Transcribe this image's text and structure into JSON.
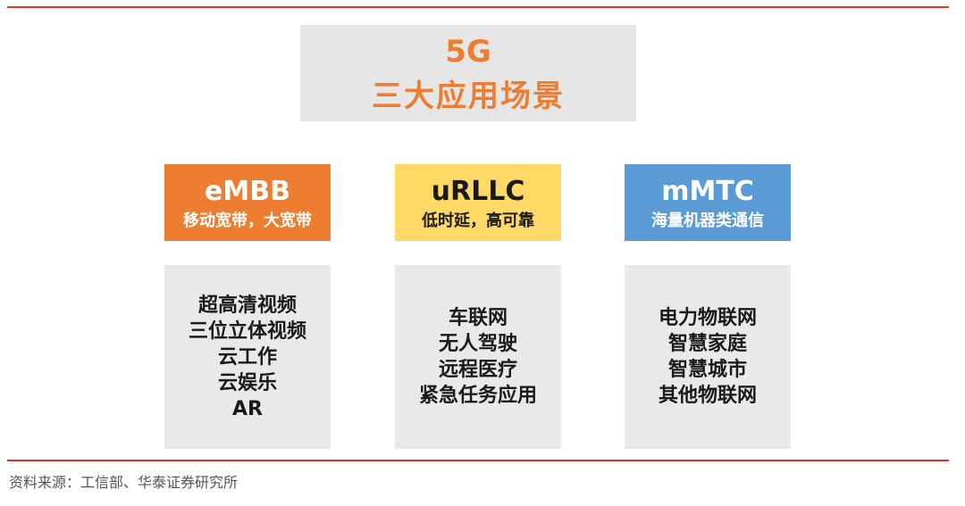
{
  "title": {
    "line1": "5G",
    "line2": "三大应用场景"
  },
  "scenarios": [
    {
      "name": "eMBB",
      "description": "移动宽带，大宽带",
      "color": "#ed7d31",
      "applications": [
        "超高清视频",
        "三位立体视频",
        "云工作",
        "云娱乐",
        "AR"
      ]
    },
    {
      "name": "uRLLC",
      "description": "低时延，高可靠",
      "color": "#ffd966",
      "applications": [
        "车联网",
        "无人驾驶",
        "远程医疗",
        "紧急任务应用"
      ]
    },
    {
      "name": "mMTC",
      "description": "海量机器类通信",
      "color": "#5b9bd5",
      "applications": [
        "电力物联网",
        "智慧家庭",
        "智慧城市",
        "其他物联网"
      ]
    }
  ],
  "source": "资料来源：工信部、华泰证券研究所",
  "colors": {
    "rule": "#e0332a",
    "title_text": "#ed7d31",
    "title_bg": "#e6e6e6",
    "panel_bg": "#e9e9e9"
  }
}
